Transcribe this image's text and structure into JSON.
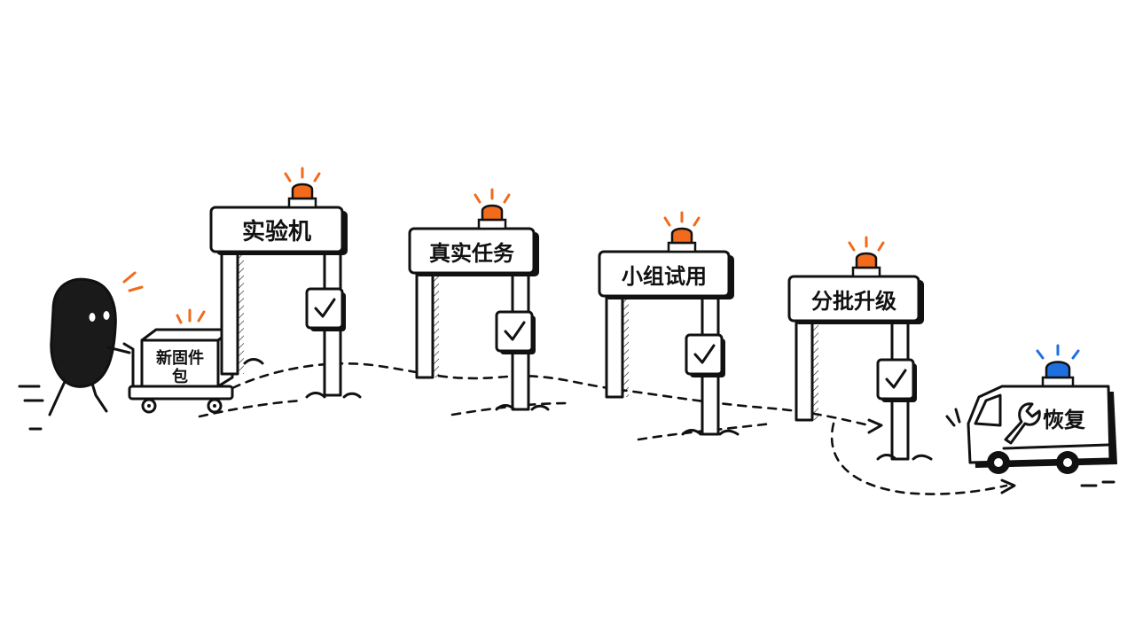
{
  "package": {
    "line1": "新固件",
    "line2": "包"
  },
  "gates": [
    {
      "label": "实验机",
      "check_icon": "checkmark-icon"
    },
    {
      "label": "真实任务",
      "check_icon": "checkmark-icon"
    },
    {
      "label": "小组试用",
      "check_icon": "checkmark-icon"
    },
    {
      "label": "分批升级",
      "check_icon": "checkmark-icon"
    }
  ],
  "recovery_van": {
    "label": "恢复",
    "icon": "wrench-icon"
  },
  "colors": {
    "beacon": "#f26a1b",
    "van_beacon": "#1e6fe0",
    "ink": "#111111",
    "character": "#1a1a1a"
  }
}
